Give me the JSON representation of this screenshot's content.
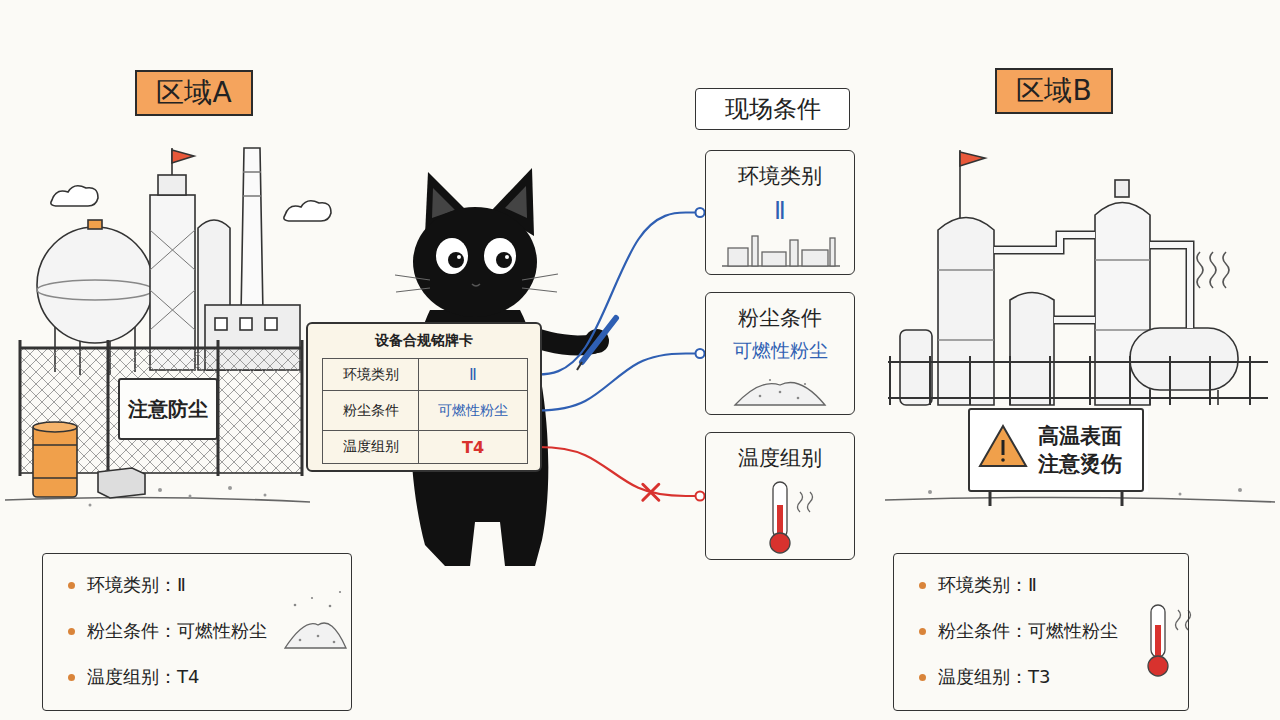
{
  "diagram": {
    "nodes": [
      {
        "text": [
          "区域A"
        ]
      },
      {
        "text": [
          "注意防尘"
        ]
      },
      {
        "text": [
          "环境类别：Ⅱ",
          "粉尘条件：可燃性粉尘",
          "温度组别：T4"
        ]
      },
      {
        "text": [
          "设备合规铭牌卡"
        ]
      },
      {
        "text": [
          "环境类别"
        ],
        "in": 3
      },
      {
        "text": [
          "Ⅱ"
        ],
        "in": 3
      },
      {
        "text": [
          "粉尘条件"
        ],
        "in": 3
      },
      {
        "text": [
          "可燃性粉尘"
        ],
        "in": 3
      },
      {
        "text": [
          "温度组别"
        ],
        "in": 3
      },
      {
        "text": [
          "T4"
        ],
        "in": 3
      },
      {
        "text": [
          "现场条件"
        ]
      },
      {
        "text": [
          "环境类别",
          "Ⅱ"
        ]
      },
      {
        "text": [
          "粉尘条件",
          "可燃性粉尘"
        ]
      },
      {
        "text": [
          "温度组别"
        ]
      },
      {
        "text": [
          "区域B"
        ]
      },
      {
        "text": [
          "高温表面 注意烫伤"
        ]
      },
      {
        "text": [
          "环境类别：Ⅱ",
          "粉尘条件：可燃性粉尘",
          "温度组别：T3"
        ]
      }
    ],
    "edges": [
      {
        "from": 5,
        "to": 11,
        "arrow": "none"
      },
      {
        "from": 7,
        "to": 12,
        "arrow": "none"
      },
      {
        "from": 9,
        "to": 13,
        "arrow": "none"
      }
    ]
  }
}
